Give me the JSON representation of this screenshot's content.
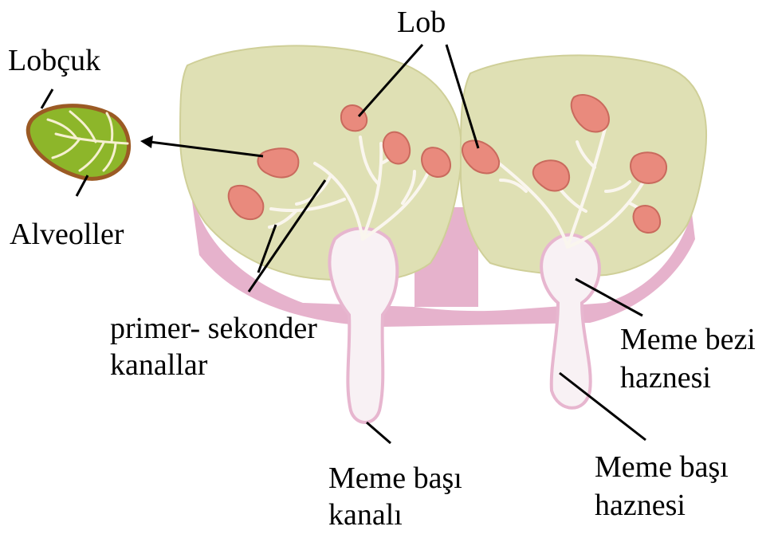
{
  "labels": {
    "lob": "Lob",
    "lobcuk": "Lobçuk",
    "alveoller": "Alveoller",
    "kanallar_line1": "primer- sekonder",
    "kanallar_line2": "kanallar",
    "meme_bezi_line1": "Meme bezi",
    "meme_bezi_line2": "haznesi",
    "meme_basi_kanali_line1": "Meme başı",
    "meme_basi_kanali_line2": "kanalı",
    "meme_basi_haznesi_line1": "Meme başı",
    "meme_basi_haznesi_line2": "haznesi"
  },
  "colors": {
    "gland_fill": "#dfe0b4",
    "gland_edge": "#cfcf98",
    "tissue_pink": "#e6b2cc",
    "lobe_fill": "#e98a7d",
    "lobe_edge": "#c96a5d",
    "duct_white": "#f8f1f4",
    "duct_outline": "#e7b6cf",
    "lobule_rim": "#9b5a24",
    "lobule_green": "#8db62a",
    "leader_line": "#000000"
  }
}
